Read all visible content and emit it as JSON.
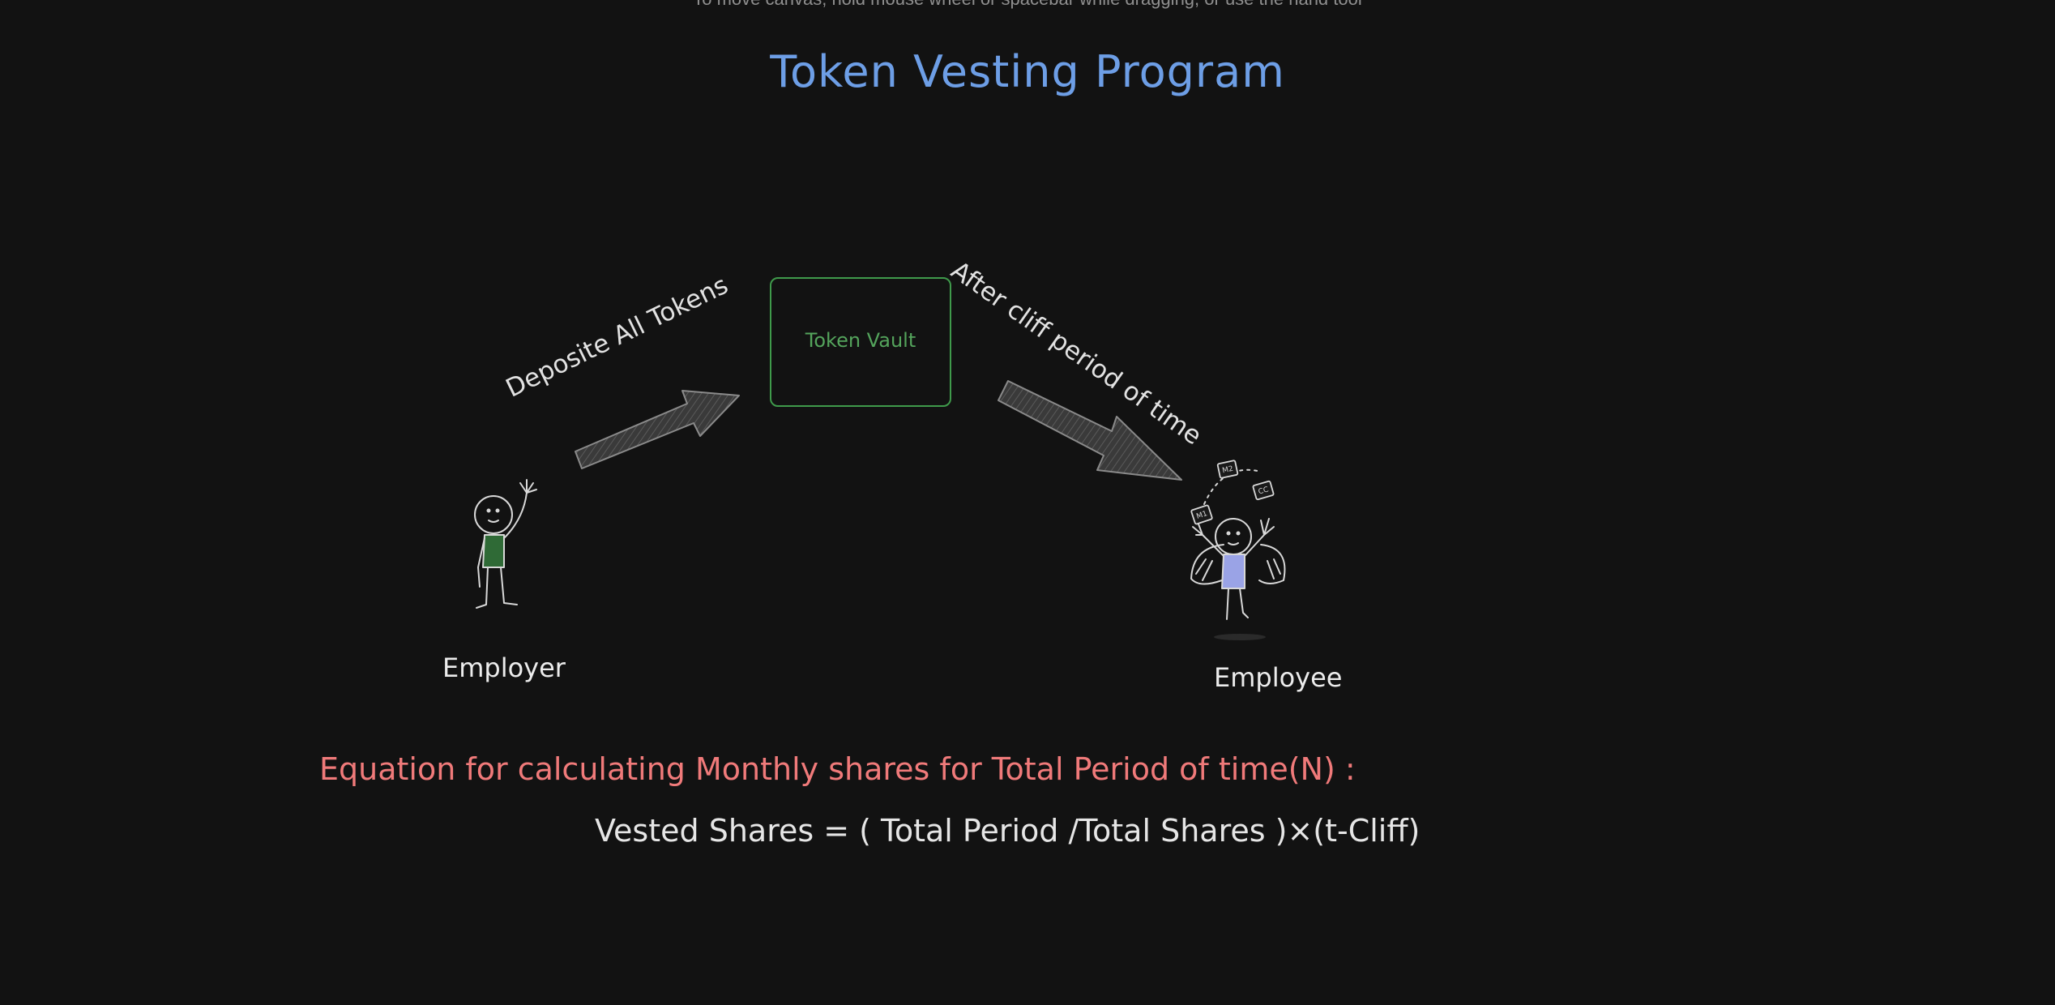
{
  "canvas_hint": "To move canvas, hold mouse wheel or spacebar while dragging, or use the hand tool",
  "title": "Token Vesting Program",
  "vault": {
    "label": "Token Vault"
  },
  "arrows": {
    "deposit_label": "Deposite  All Tokens",
    "release_label": "After cliff period of time"
  },
  "actors": {
    "employer": "Employer",
    "employee": "Employee"
  },
  "juggling_tags": [
    "M1",
    "M2",
    "CC"
  ],
  "equation": {
    "heading": "Equation for calculating Monthly shares for Total Period of time(N) :",
    "formula": "Vested Shares = ( Total Period /Total Shares )×(t-Cliff)"
  },
  "colors": {
    "background": "#121212",
    "title": "#6d9ee6",
    "vault": "#3f9a4b",
    "equation_heading": "#f07a7a",
    "text": "#e6e6e6",
    "employee_shirt": "#9aa3e6",
    "employer_shirt": "#2f6a36"
  }
}
